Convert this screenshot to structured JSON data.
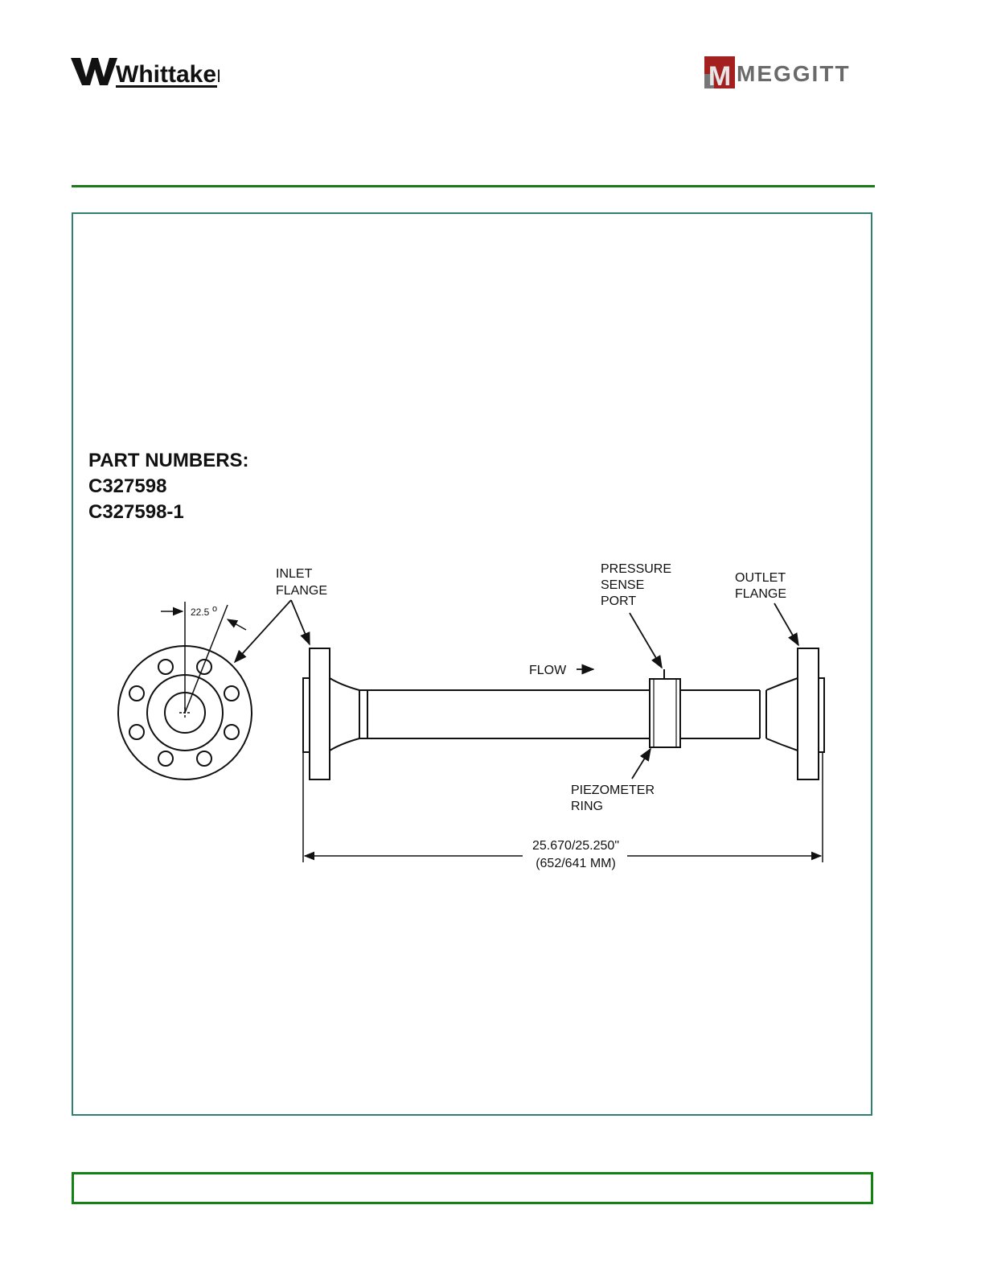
{
  "header": {
    "brand_left": "Whittaker",
    "brand_right": "MEGGITT",
    "brand_right_mark": "M",
    "accent_green": "#1a7a1a",
    "meggitt_red": "#a3201f"
  },
  "part_numbers": {
    "title": "PART NUMBERS:",
    "items": [
      "C327598",
      "C327598-1"
    ]
  },
  "drawing": {
    "angle_label": "22.5",
    "degree_mark": "o",
    "inlet_flange": [
      "INLET",
      "FLANGE"
    ],
    "pressure_port": [
      "PRESSURE",
      "SENSE",
      "PORT"
    ],
    "outlet_flange": [
      "OUTLET",
      "FLANGE"
    ],
    "flow_label": "FLOW",
    "piezometer_ring": [
      "PIEZOMETER",
      "RING"
    ],
    "length_dimension": [
      "25.670/25.250\"",
      "(652/641 MM)"
    ]
  }
}
